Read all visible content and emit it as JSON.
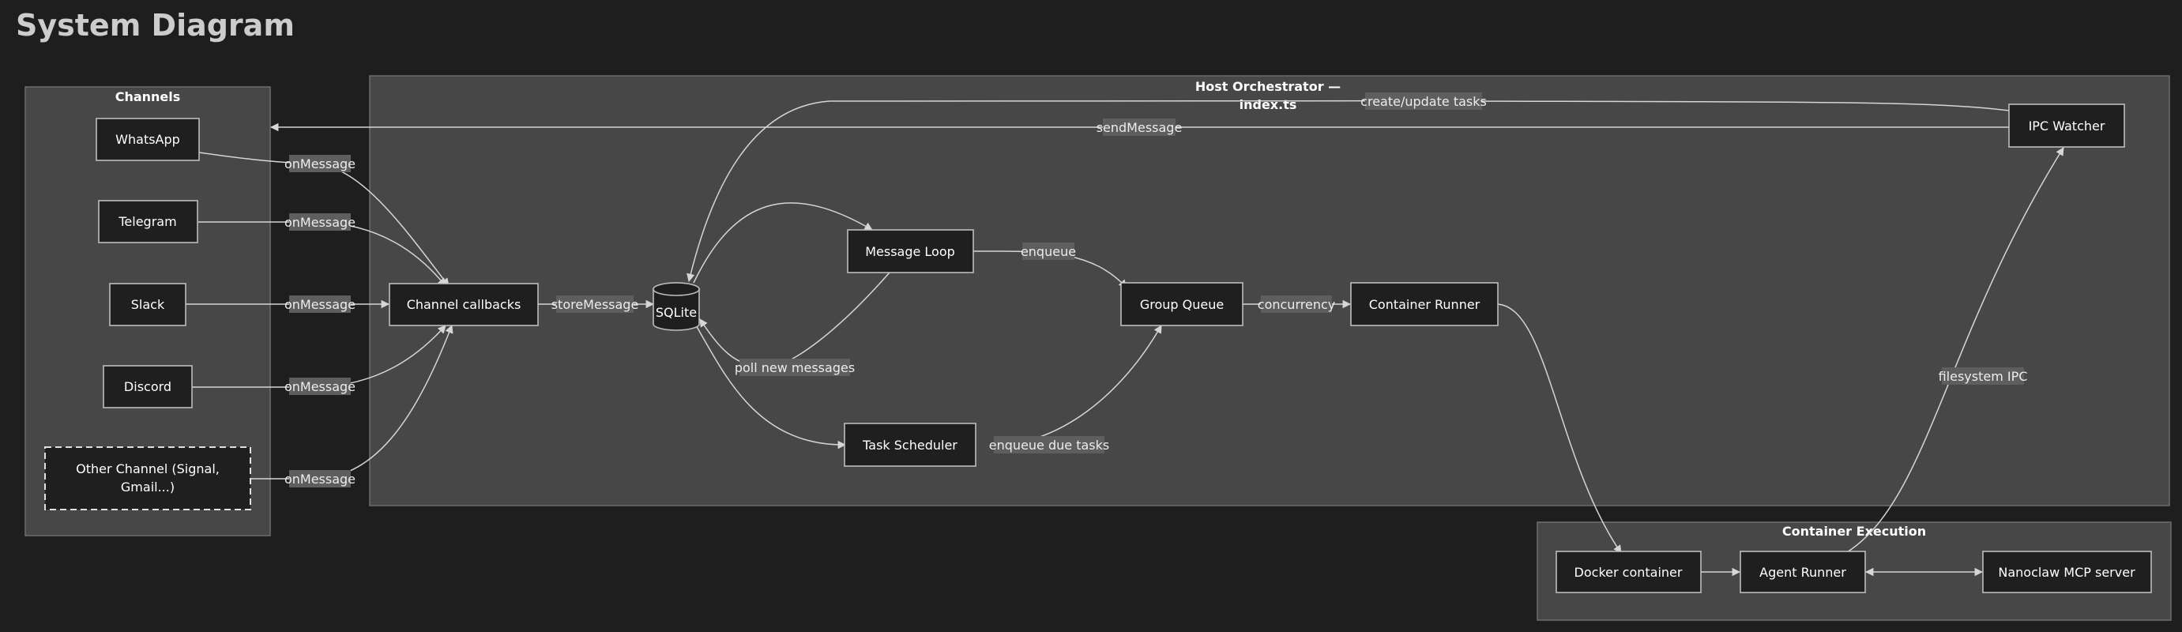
{
  "title": "System Diagram",
  "groups": {
    "channels": "Channels",
    "host_line1": "Host Orchestrator —",
    "host_line2": "index.ts",
    "container": "Container Execution"
  },
  "nodes": {
    "whatsapp": "WhatsApp",
    "telegram": "Telegram",
    "slack": "Slack",
    "discord": "Discord",
    "other_line1": "Other Channel (Signal,",
    "other_line2": "Gmail...)",
    "callbacks": "Channel callbacks",
    "sqlite": "SQLite",
    "message_loop": "Message Loop",
    "task_scheduler": "Task Scheduler",
    "group_queue": "Group Queue",
    "container_runner": "Container Runner",
    "ipc_watcher": "IPC Watcher",
    "docker": "Docker container",
    "agent_runner": "Agent Runner",
    "mcp": "Nanoclaw MCP server"
  },
  "edge_labels": {
    "on_whatsapp": "onMessage",
    "on_telegram": "onMessage",
    "on_slack": "onMessage",
    "on_discord": "onMessage",
    "on_other": "onMessage",
    "store": "storeMessage",
    "poll": "poll new messages",
    "enqueue": "enqueue",
    "enqueue_due": "enqueue due tasks",
    "concurrency": "concurrency",
    "send": "sendMessage",
    "create_update": "create/update tasks",
    "fs_ipc": "filesystem IPC"
  }
}
